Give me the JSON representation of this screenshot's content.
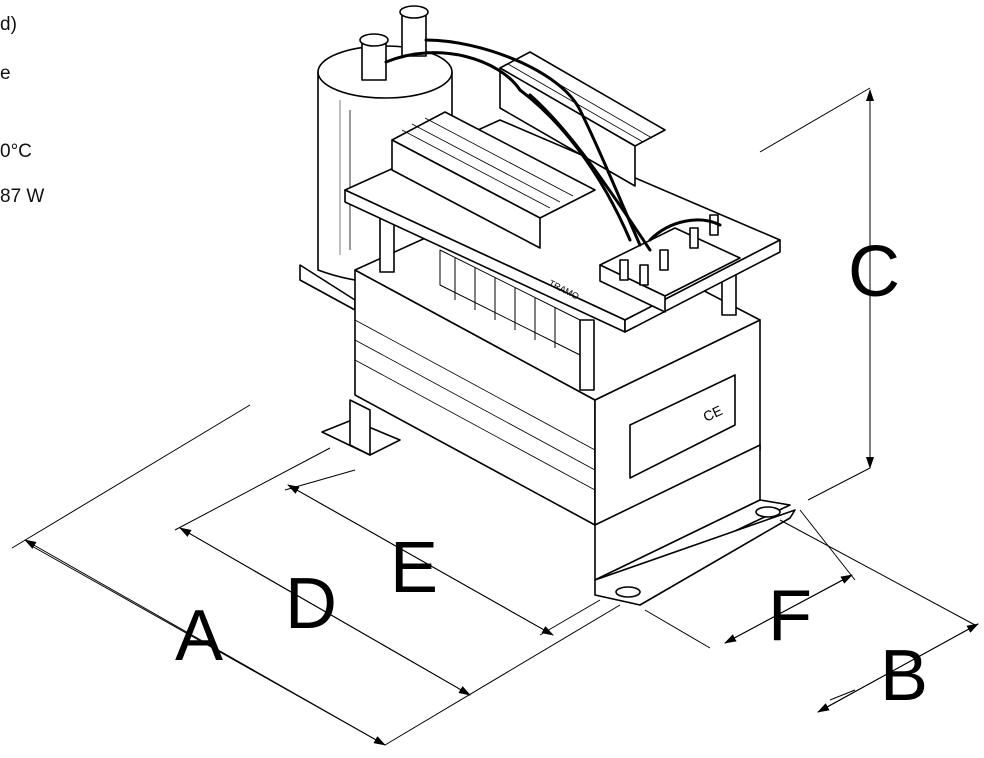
{
  "specs": {
    "line1": "d)",
    "line2": "e",
    "line3": "0°C",
    "line4": "87 W"
  },
  "dimensions": {
    "a": "A",
    "b": "B",
    "c": "C",
    "d": "D",
    "e": "E",
    "f": "F"
  },
  "markings": {
    "brand": "TRAMO",
    "ce": "CE"
  }
}
